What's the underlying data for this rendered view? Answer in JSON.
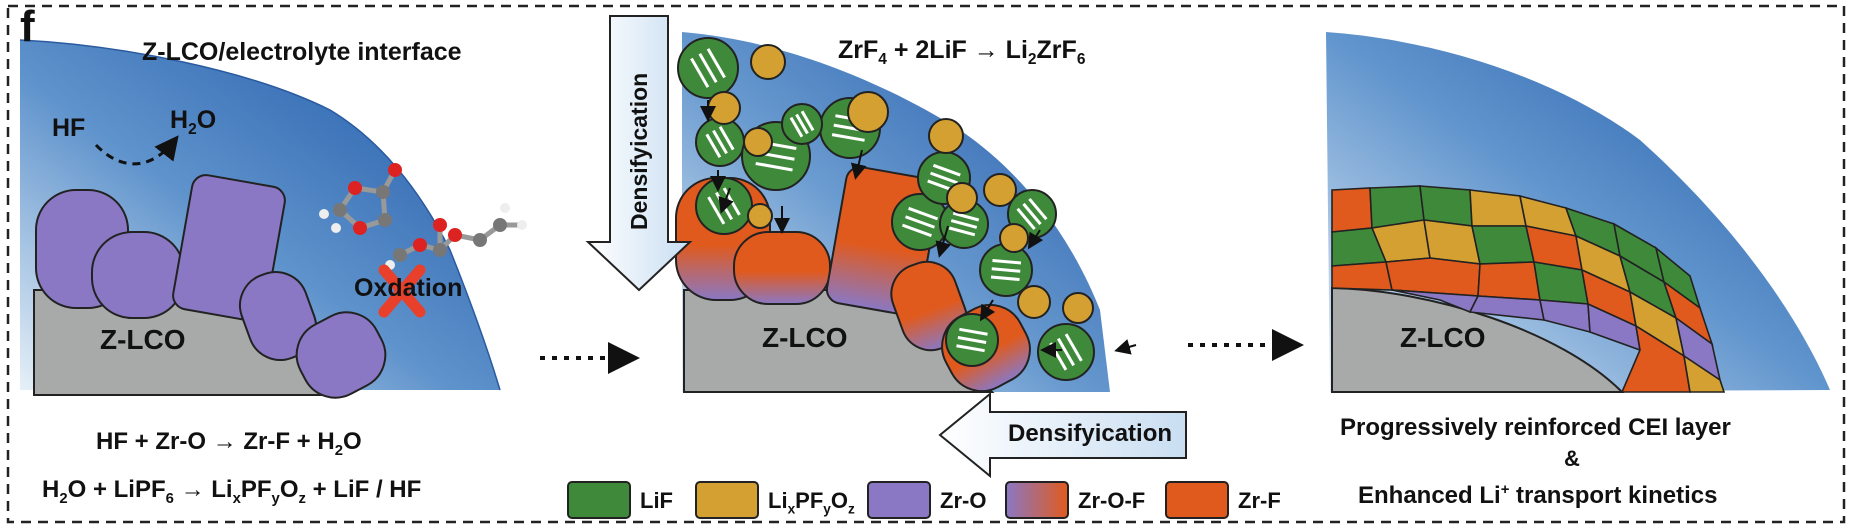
{
  "panel_label": "f",
  "colors": {
    "LiF": "#3f8a3a",
    "LixPFyOz": "#d4a032",
    "Zr-O": "#8a78c4",
    "Zr-F": "#e05a1e",
    "substrate": "#a8aca9",
    "electrolyte_dark": "#2a63ad",
    "electrolyte_light": "#dbe9f5"
  },
  "left_panel": {
    "title": "Z-LCO/electrolyte interface",
    "hf_label": "HF",
    "h2o_label": "H",
    "h2o_sub": "2",
    "h2o_tail": "O",
    "substrate_label": "Z-LCO",
    "oxidation_label": "Oxdation",
    "eq1": {
      "a": "HF + Zr-O → Zr-F + H",
      "sub": "2",
      "b": "O"
    },
    "eq2": {
      "a": "H",
      "s1": "2",
      "b": "O + LiPF",
      "s2": "6",
      "c": " → Li",
      "s3": "x",
      "d": "PF",
      "s4": "y",
      "e": "O",
      "s5": "z",
      "f": " + LiF / HF"
    }
  },
  "middle_panel": {
    "reaction": {
      "a": "ZrF",
      "s1": "4",
      "b": " + 2LiF → Li",
      "s2": "2",
      "c": "ZrF",
      "s3": "6"
    },
    "densification_vertical": "Densifyication",
    "densification_horizontal": "Densifyication",
    "substrate_label": "Z-LCO"
  },
  "right_panel": {
    "substrate_label": "Z-LCO",
    "line1": "Progressively reinforced CEI layer",
    "amp": "&",
    "line3a": "Enhanced Li",
    "line3sup": "+",
    "line3b": " transport kinetics"
  },
  "legend": [
    {
      "key": "LiF",
      "label": "LiF"
    },
    {
      "key": "LixPFyOz",
      "label": "Li",
      "parts": [
        "x",
        "PF",
        "y",
        "O",
        "z"
      ]
    },
    {
      "key": "Zr-O",
      "label": "Zr-O"
    },
    {
      "key": "Zr-O-F",
      "label": "Zr-O-F"
    },
    {
      "key": "Zr-F",
      "label": "Zr-F"
    }
  ]
}
